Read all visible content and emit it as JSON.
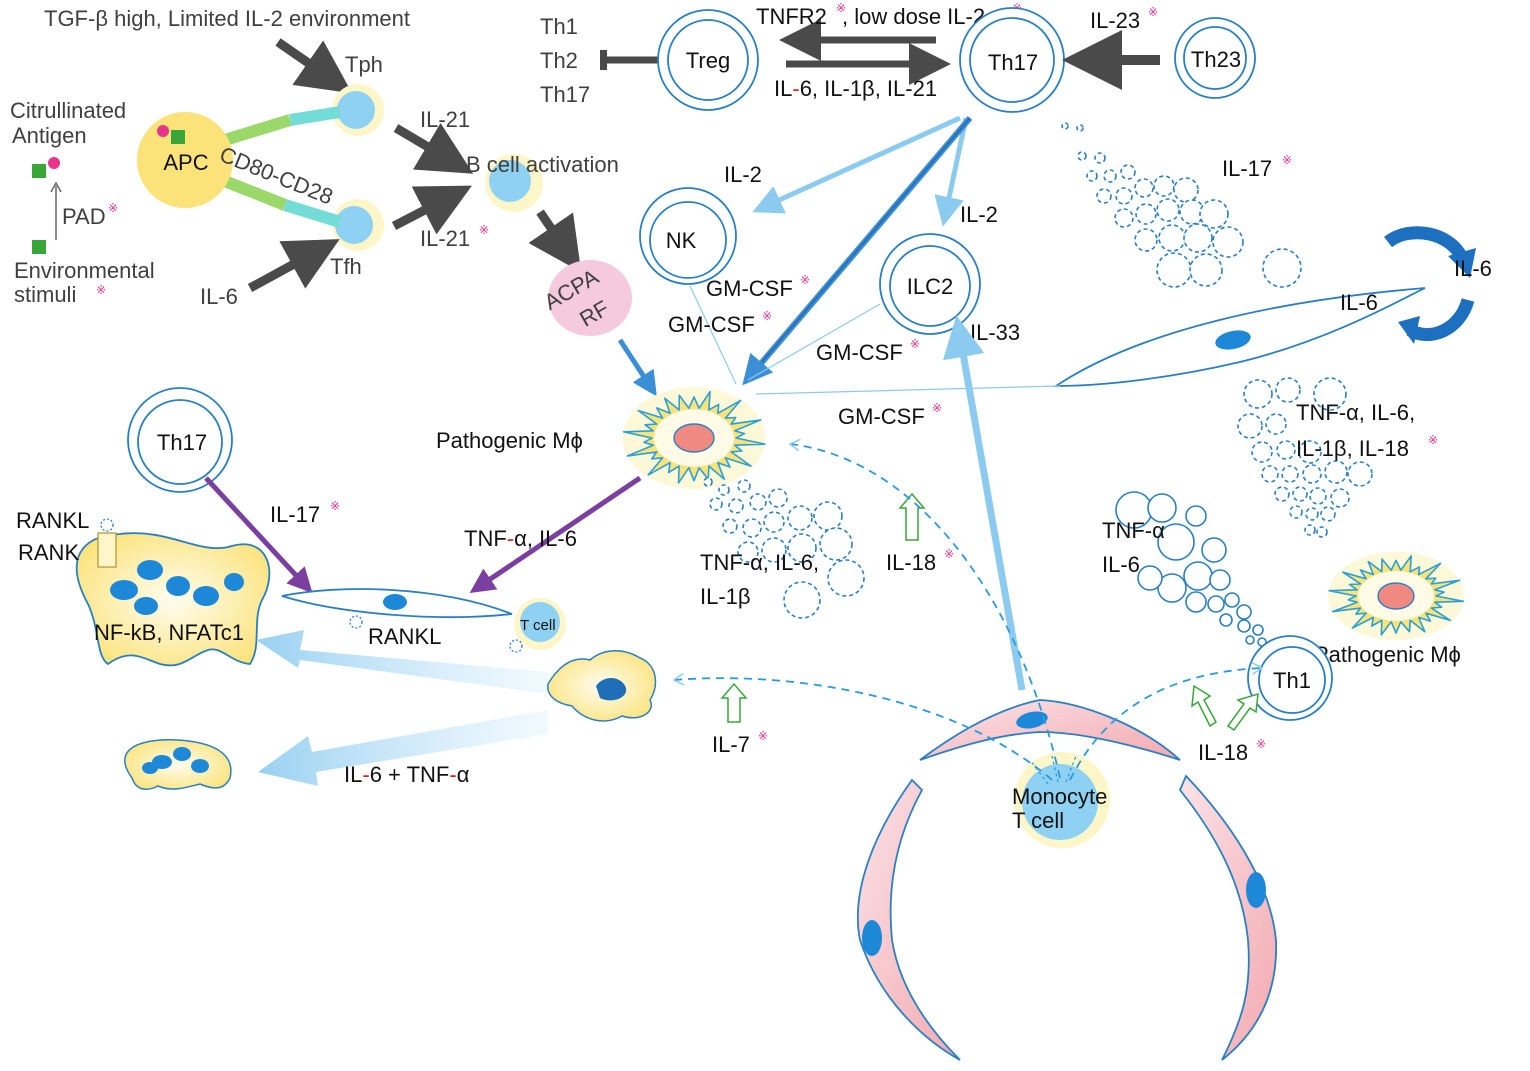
{
  "labels": {
    "tgf": "TGF-β high, Limited IL-2 environment",
    "tph": "Tph",
    "tfh": "Tfh",
    "citrullinated": "Citrullinated",
    "antigen": "Antigen",
    "apc": "APC",
    "cd80": "CD80-CD28",
    "pad": "PAD",
    "environmental": "Environmental",
    "stimuli": "stimuli",
    "il6_tfh": "IL-6",
    "il21_top": "IL-21",
    "il21_bottom": "IL-21",
    "bcell": "B cell activation",
    "acpa": "ACPA",
    "rf": "RF",
    "th1_list": "Th1",
    "th2_list": "Th2",
    "th17_list": "Th17",
    "treg": "Treg",
    "tnfr2": "TNFR2",
    "lowdose_a": ", low dose IL-2",
    "il6_top_a": "IL",
    "il6_top_b": "-",
    "il6_top_c": "6, IL-1β, IL-21",
    "th17_top": "Th17",
    "il23": "IL-23",
    "th23": "Th23",
    "il2_nk": "IL-2",
    "nk": "NK",
    "il2_ilc2": "IL-2",
    "ilc2": "ILC2",
    "il17_top": "IL-17",
    "gmcsf1": "GM-CSF",
    "gmcsf2": "GM-CSF",
    "gmcsf3": "GM-CSF",
    "gmcsf4": "GM-CSF",
    "il33": "IL-33",
    "il6_fib": "IL-6",
    "il6_loop": "IL-6",
    "th17_left": "Th17",
    "il17_left": "IL-17",
    "rankl_top": "RANKL",
    "rank": "RANK",
    "nfkb": "NF-kB, NFATc1",
    "pathogenic_mphi": "Pathogenic Mϕ",
    "tnfa_il6_left_a": "TNF",
    "tnfa_il6_left_b": "-",
    "tnfa_il6_left_c": "α, IL-6",
    "rankl_bottom": "RANKL",
    "tcell_small": "T cell",
    "tnf_center_1": "TNF-α, IL-6,",
    "tnf_center_2": "IL-1β",
    "il18_center": "IL-18",
    "il7": "IL-7",
    "il6_tnf_a": "IL",
    "il6_tnf_b": "-",
    "il6_tnf_c": "6 + TNF",
    "il6_tnf_d": "-",
    "il6_tnf_e": "α",
    "tnf_right_1": "TNF-α, IL-6,",
    "tnf_right_2": "IL-1β, IL-18",
    "tnf_th1_1": "TNF-α",
    "tnf_th1_2": "IL-6",
    "th1": "Th1",
    "il18_right": "IL-18",
    "pathogenic_mphi_right": "Pathogenic Mϕ",
    "monocyte": "Monocyte",
    "tcell_vessel": "T cell",
    "mark": "※"
  },
  "colors": {
    "cell_stroke": "#2a7fc4",
    "cell_fill_blue": "#8fd1f2",
    "halo": "#fdf6c8",
    "yellow": "#fbe37a",
    "dark_arrow": "#4a4a4a",
    "light_blue_arrow": "#8ccbf0",
    "mid_blue_arrow": "#3b8fd6",
    "purple": "#7a3fa0",
    "pink": "#f5c9de",
    "green": "#3aa63a",
    "magenta_dot": "#e8358c"
  }
}
